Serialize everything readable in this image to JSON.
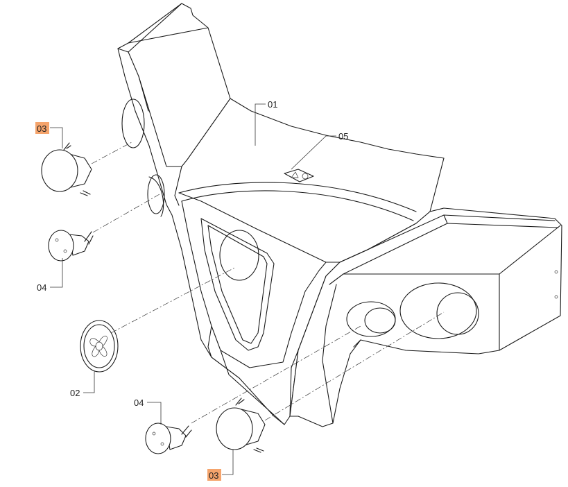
{
  "callouts": [
    {
      "id": "c01",
      "text": "01",
      "highlighted": false
    },
    {
      "id": "c02",
      "text": "02",
      "highlighted": false
    },
    {
      "id": "c03a",
      "text": "03",
      "highlighted": true
    },
    {
      "id": "c03b",
      "text": "03",
      "highlighted": true
    },
    {
      "id": "c04a",
      "text": "04",
      "highlighted": false
    },
    {
      "id": "c04b",
      "text": "04",
      "highlighted": false
    },
    {
      "id": "c05",
      "text": "05",
      "highlighted": false
    }
  ],
  "colors": {
    "highlight": "#f5a46c",
    "line": "#1a1a1a",
    "background": "#ffffff"
  }
}
